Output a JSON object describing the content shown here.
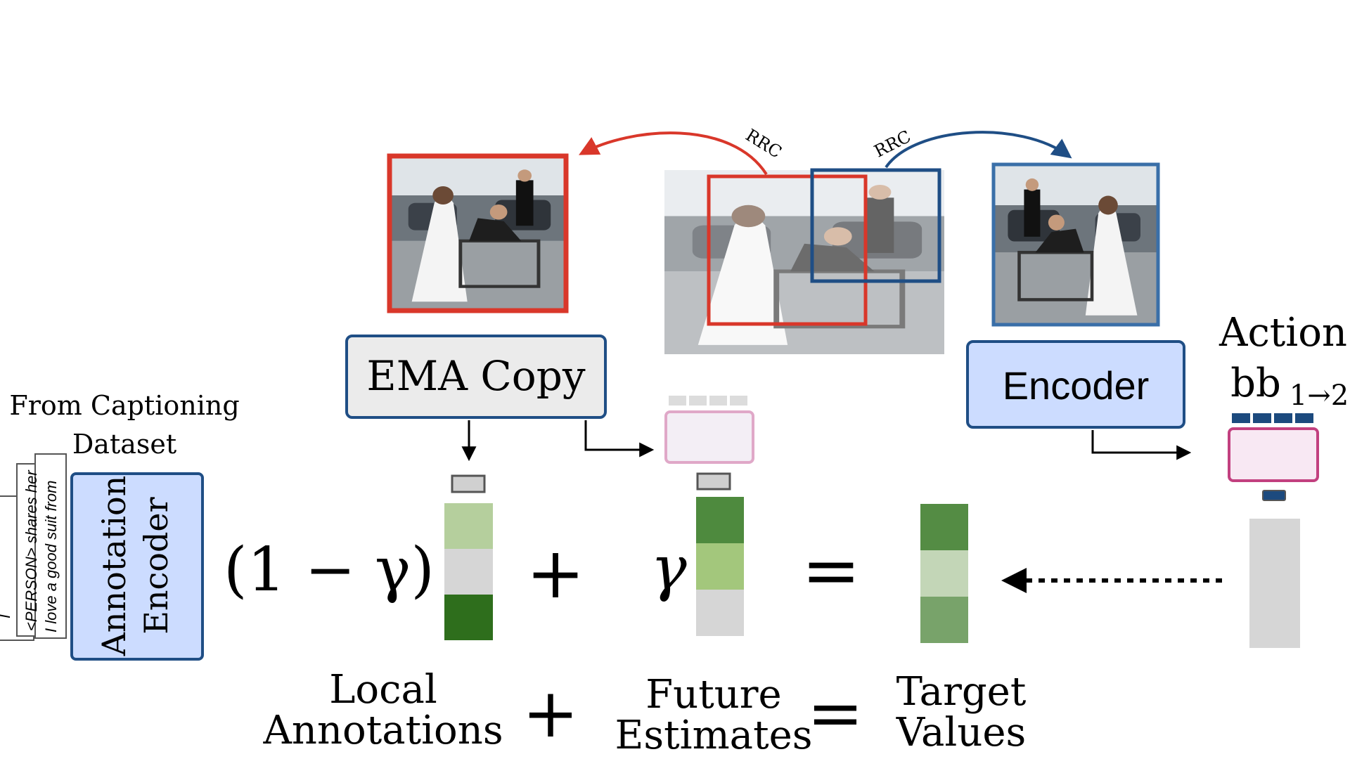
{
  "labels": {
    "rrc_left": "RRC",
    "rrc_right": "RRC",
    "ema_copy": "EMA Copy",
    "encoder": "Encoder",
    "action_line1": "Action",
    "action_line2": "bb",
    "action_subscript": "1→2",
    "from_captioning": "From Captioning",
    "dataset": "Dataset",
    "annotation_encoder_line1": "Annotation",
    "annotation_encoder_line2": "Encoder",
    "caption_1": "I love a good suit from",
    "caption_2": "<PERSON> shares her",
    "caption_3": "I",
    "coeff_left": "(1 − γ)",
    "plus": "+",
    "gamma": "γ",
    "equals": "=",
    "bottom_local_1": "Local",
    "bottom_local_2": "Annotations",
    "bottom_plus": "+",
    "bottom_future_1": "Future",
    "bottom_future_2": "Estimates",
    "bottom_equals": "=",
    "bottom_target_1": "Target",
    "bottom_target_2": "Values"
  },
  "colors": {
    "red_crop": "#d9372a",
    "blue_crop": "#1f4e85",
    "encoder_fill": "#ccdcff",
    "ema_fill": "#ebebeb",
    "pink_box_stroke": "#c2407f",
    "pink_box_fill": "#f8e8f3",
    "dark_navy": "#1c4a7e",
    "green_dark": "#2e6e1c",
    "green_light": "#b5cf9d",
    "gray_bar": "#d6d6d6"
  },
  "icons": {
    "photo_scene": "wedding-photo",
    "dotted_arrow": "dotted-arrow-left"
  }
}
